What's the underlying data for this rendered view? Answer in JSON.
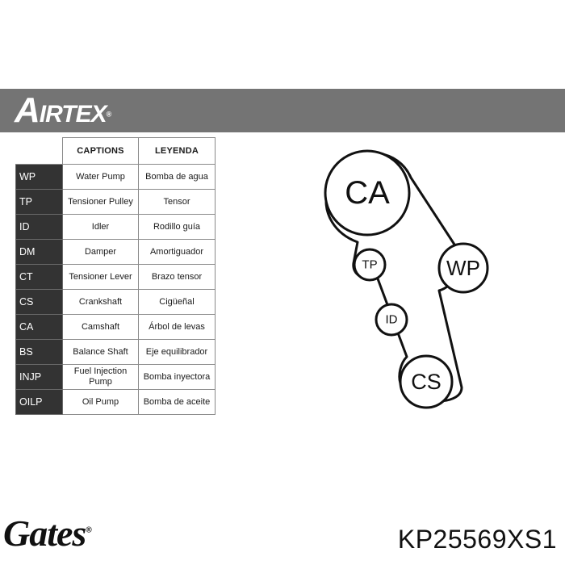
{
  "brand": {
    "logo_text": "AIRTEX",
    "logo_first": "A",
    "logo_rest": "IRTEX"
  },
  "legend": {
    "headers": [
      "",
      "CAPTIONS",
      "LEYENDA"
    ],
    "rows": [
      {
        "code": "WP",
        "caption": "Water Pump",
        "leyenda": "Bomba de agua"
      },
      {
        "code": "TP",
        "caption": "Tensioner Pulley",
        "leyenda": "Tensor"
      },
      {
        "code": "ID",
        "caption": "Idler",
        "leyenda": "Rodillo guía"
      },
      {
        "code": "DM",
        "caption": "Damper",
        "leyenda": "Amortiguador"
      },
      {
        "code": "CT",
        "caption": "Tensioner Lever",
        "leyenda": "Brazo tensor"
      },
      {
        "code": "CS",
        "caption": "Crankshaft",
        "leyenda": "Cigüeñal"
      },
      {
        "code": "CA",
        "caption": "Camshaft",
        "leyenda": "Árbol de levas"
      },
      {
        "code": "BS",
        "caption": "Balance Shaft",
        "leyenda": "Eje equilibrador"
      },
      {
        "code": "INJP",
        "caption": "Fuel Injection Pump",
        "leyenda": "Bomba inyectora"
      },
      {
        "code": "OILP",
        "caption": "Oil Pump",
        "leyenda": "Bomba de aceite"
      }
    ]
  },
  "diagram": {
    "pulleys": [
      {
        "id": "CA",
        "label": "CA"
      },
      {
        "id": "TP",
        "label": "TP"
      },
      {
        "id": "WP",
        "label": "WP"
      },
      {
        "id": "ID",
        "label": "ID"
      },
      {
        "id": "CS",
        "label": "CS"
      }
    ]
  },
  "footer": {
    "gates_logo": "Gates",
    "part_number": "KP25569XS1"
  },
  "colors": {
    "banner": "#747474",
    "code_cell": "#333333"
  }
}
